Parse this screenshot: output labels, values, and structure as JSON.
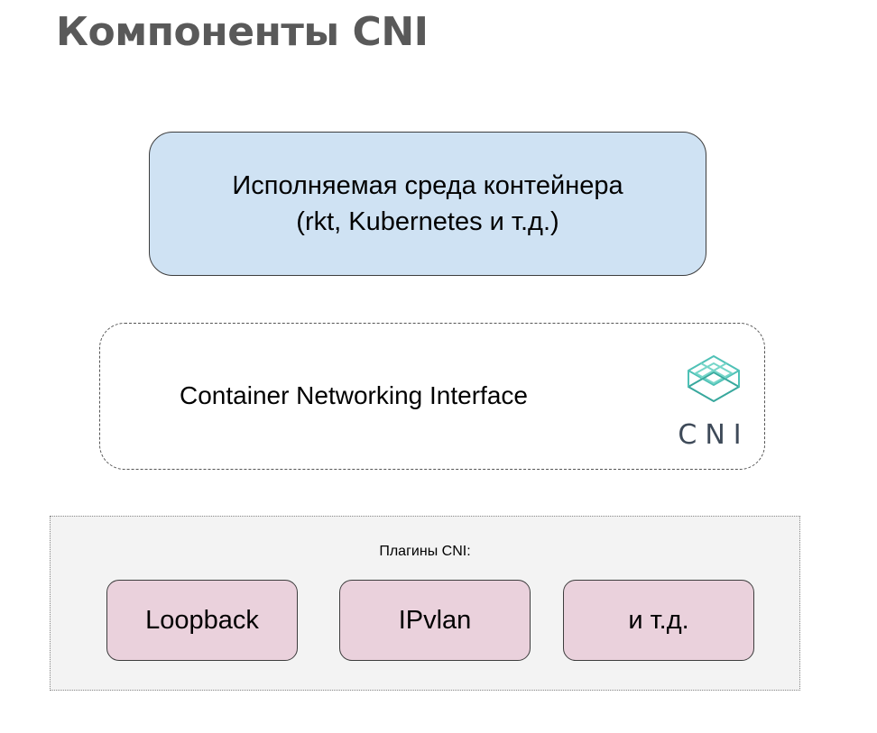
{
  "title": "Компоненты CNI",
  "runtime": {
    "line1": "Исполняемая среда контейнера",
    "line2": "(rkt, Kubernetes и т.д.)"
  },
  "cni": {
    "label": "Container Networking Interface",
    "logo_text": "CNI"
  },
  "plugins": {
    "label": "Плагины CNI:",
    "items": [
      "Loopback",
      "IPvlan",
      "и т.д."
    ]
  },
  "colors": {
    "runtime_fill": "#cfe2f3",
    "plugin_fill": "#ead1dc",
    "plugins_bg": "#f3f3f3",
    "logo_teal": "#4fc1b6",
    "title": "#595959"
  }
}
